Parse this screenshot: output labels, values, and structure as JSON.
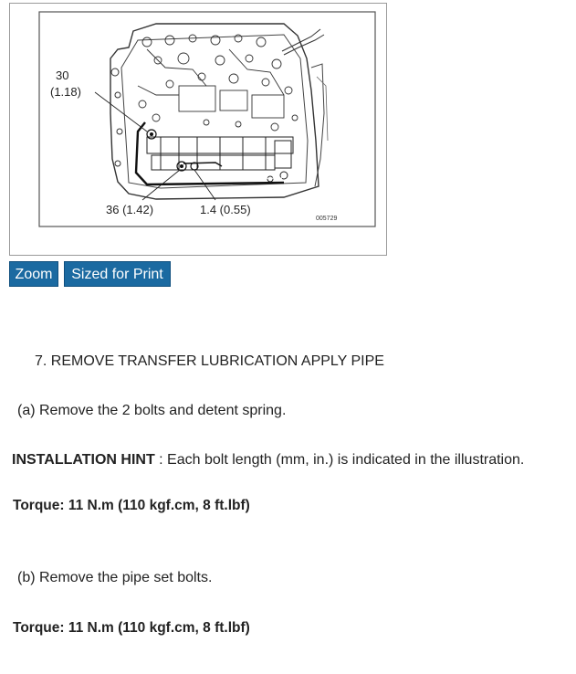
{
  "figure": {
    "labels": {
      "bolt_a_mm": "30",
      "bolt_a_in": "(1.18)",
      "bolt_b": "36 (1.42)",
      "bolt_c": "1.4 (0.55)",
      "figure_code": "005729"
    }
  },
  "buttons": {
    "zoom": "Zoom",
    "print": "Sized for Print"
  },
  "content": {
    "step_title": "7. REMOVE TRANSFER LUBRICATION APPLY PIPE",
    "step_a": "(a)  Remove the 2 bolts and detent spring.",
    "hint_label": "INSTALLATION HINT",
    "hint_text": " : Each bolt length (mm, in.) is indicated in the illustration.",
    "torque_1": "Torque: 11 N.m (110 kgf.cm, 8 ft.lbf)",
    "step_b": "(b)  Remove the pipe set bolts.",
    "torque_2": "Torque: 11 N.m (110 kgf.cm, 8 ft.lbf)"
  }
}
